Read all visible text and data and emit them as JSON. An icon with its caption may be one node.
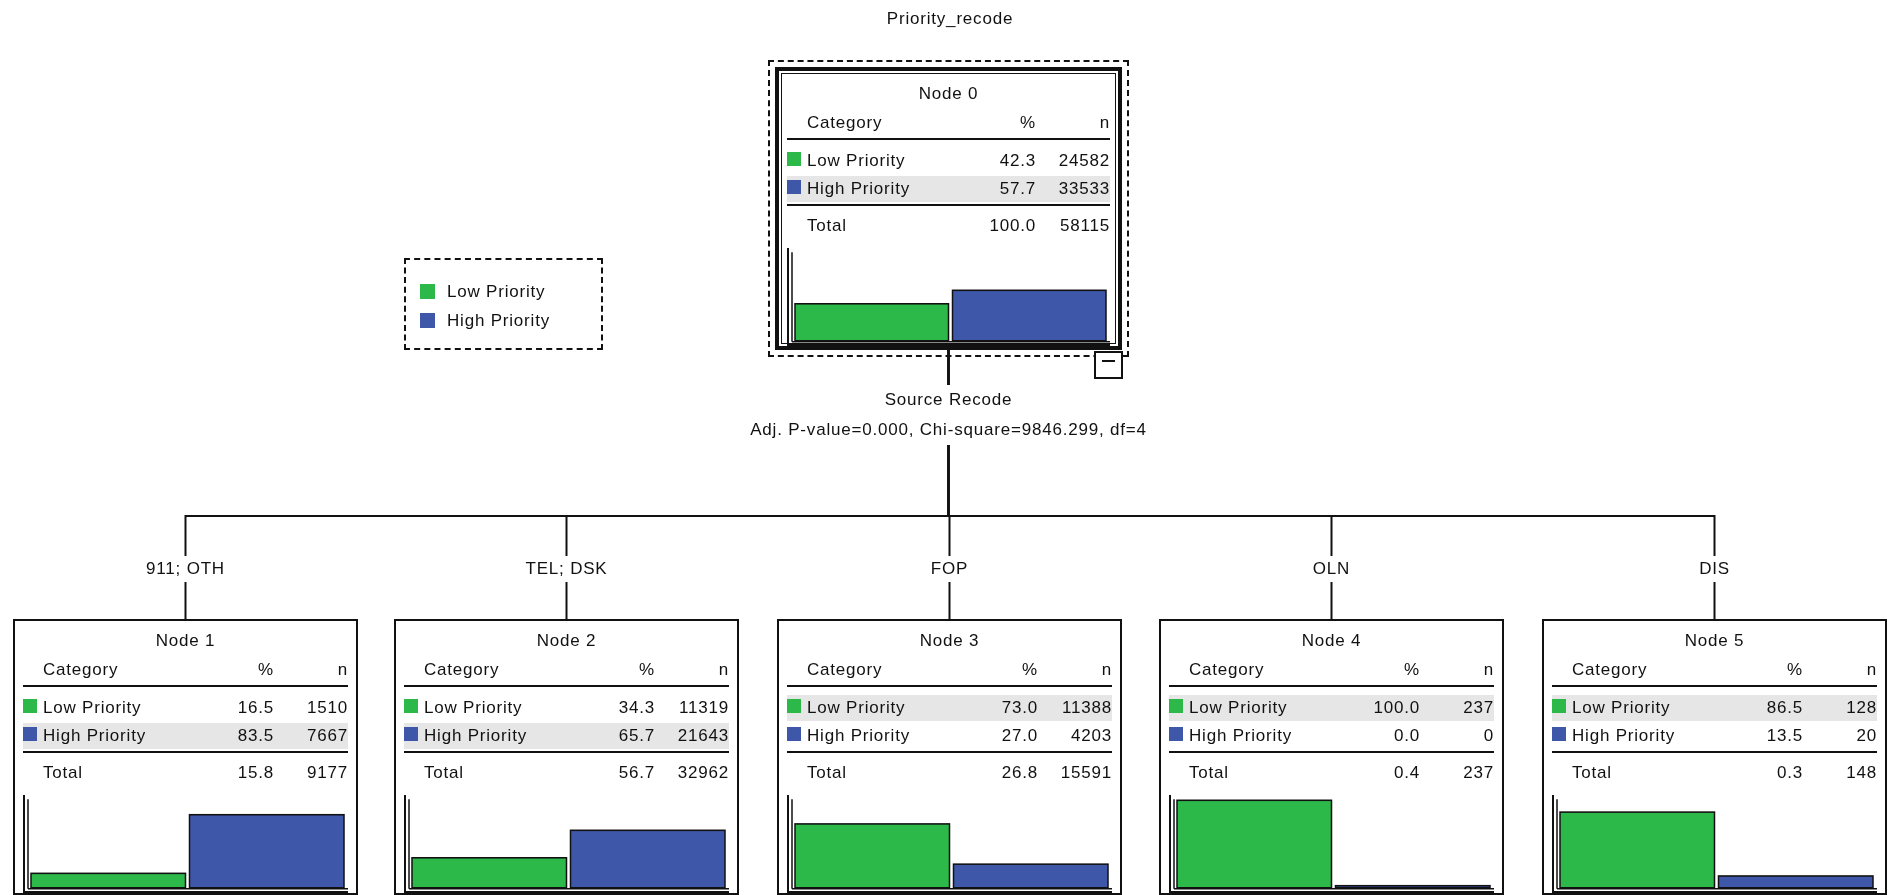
{
  "diagram": {
    "title": "Priority_recode",
    "nodes": [
      {
        "text": [
          "Node 0",
          "Category",
          "%",
          "n",
          "Low Priority",
          "42.3",
          "24582",
          "High Priority",
          "57.7",
          "33533",
          "Total",
          "100.0",
          "58115"
        ],
        "beside": [
          "Source Recode",
          "Adj. P-value=0.000, Chi-square=9846.299, df=4"
        ]
      },
      {
        "text": [
          "Node 1",
          "Category",
          "%",
          "n",
          "Low Priority",
          "16.5",
          "1510",
          "High Priority",
          "83.5",
          "7667",
          "Total",
          "15.8",
          "9177"
        ]
      },
      {
        "text": [
          "Node 2",
          "Category",
          "%",
          "n",
          "Low Priority",
          "34.3",
          "11319",
          "High Priority",
          "65.7",
          "21643",
          "Total",
          "56.7",
          "32962"
        ]
      },
      {
        "text": [
          "Node 3",
          "Category",
          "%",
          "n",
          "Low Priority",
          "73.0",
          "11388",
          "High Priority",
          "27.0",
          "4203",
          "Total",
          "26.8",
          "15591"
        ]
      },
      {
        "text": [
          "Node 4",
          "Category",
          "%",
          "n",
          "Low Priority",
          "100.0",
          "237",
          "High Priority",
          "0.0",
          "0",
          "Total",
          "0.4",
          "237"
        ]
      },
      {
        "text": [
          "Node 5",
          "Category",
          "%",
          "n",
          "Low Priority",
          "86.5",
          "128",
          "High Priority",
          "13.5",
          "20",
          "Total",
          "0.3",
          "148"
        ]
      }
    ],
    "edges": [
      {
        "from": 0,
        "to": 1,
        "arrow": "none",
        "label": "911; OTH"
      },
      {
        "from": 0,
        "to": 2,
        "arrow": "none",
        "label": "TEL; DSK"
      },
      {
        "from": 0,
        "to": 3,
        "arrow": "none",
        "label": "FOP"
      },
      {
        "from": 0,
        "to": 4,
        "arrow": "none",
        "label": "OLN"
      },
      {
        "from": 0,
        "to": 5,
        "arrow": "none",
        "label": "DIS"
      }
    ],
    "legend": [
      {
        "text": "Low Priority",
        "color": "#2db84a"
      },
      {
        "text": "High Priority",
        "color": "#3f57a8"
      }
    ]
  }
}
